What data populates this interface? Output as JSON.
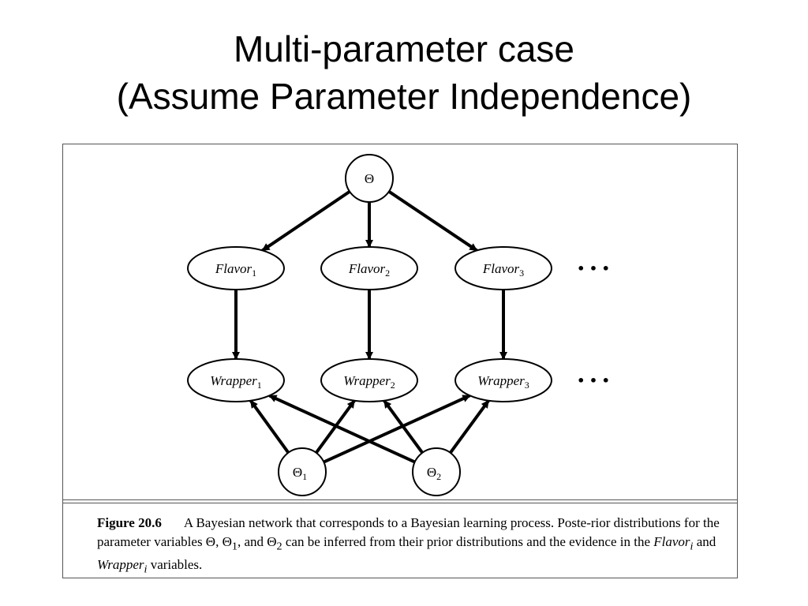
{
  "slide": {
    "title_line1": "Multi-parameter case",
    "title_line2": "(Assume Parameter Independence)"
  },
  "diagram": {
    "nodes": {
      "theta": {
        "label": "Θ"
      },
      "theta1": {
        "label": "Θ",
        "sub": "1"
      },
      "theta2": {
        "label": "Θ",
        "sub": "2"
      },
      "flavor1": {
        "label": "Flavor",
        "sub": "1"
      },
      "flavor2": {
        "label": "Flavor",
        "sub": "2"
      },
      "flavor3": {
        "label": "Flavor",
        "sub": "3"
      },
      "wrapper1": {
        "label": "Wrapper",
        "sub": "1"
      },
      "wrapper2": {
        "label": "Wrapper",
        "sub": "2"
      },
      "wrapper3": {
        "label": "Wrapper",
        "sub": "3"
      }
    },
    "ellipsis": "• • •",
    "edges": [
      [
        "theta",
        "flavor1"
      ],
      [
        "theta",
        "flavor2"
      ],
      [
        "theta",
        "flavor3"
      ],
      [
        "flavor1",
        "wrapper1"
      ],
      [
        "flavor2",
        "wrapper2"
      ],
      [
        "flavor3",
        "wrapper3"
      ],
      [
        "theta1",
        "wrapper1"
      ],
      [
        "theta1",
        "wrapper2"
      ],
      [
        "theta1",
        "wrapper3"
      ],
      [
        "theta2",
        "wrapper1"
      ],
      [
        "theta2",
        "wrapper2"
      ],
      [
        "theta2",
        "wrapper3"
      ]
    ]
  },
  "caption": {
    "figure_number": "Figure 20.6",
    "text_1": "A Bayesian network that corresponds to a Bayesian learning process. Poste-rior distributions for the parameter variables Θ, Θ",
    "sub_1": "1",
    "text_2": ", and Θ",
    "sub_2": "2",
    "text_3": " can be inferred from their prior distributions and the evidence in the ",
    "var_flavor": "Flavor",
    "sub_i_1": "i",
    "text_4": " and ",
    "var_wrapper": "Wrapper",
    "sub_i_2": "i",
    "text_5": " variables."
  }
}
